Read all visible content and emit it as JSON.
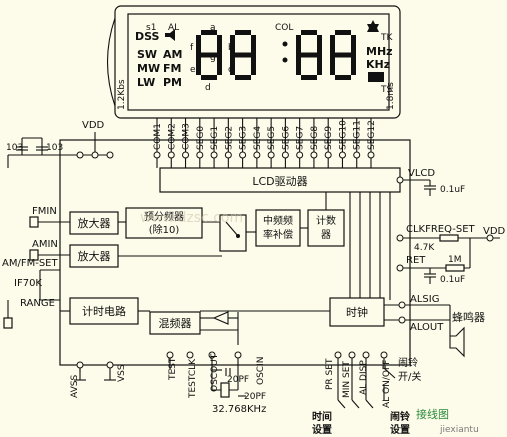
{
  "lcd": {
    "digits": [
      "8",
      "8",
      "8",
      "8"
    ],
    "icons": {
      "dss": "DSS",
      "sw": "SW",
      "mw": "MW",
      "lw": "LW",
      "am": "AM",
      "fm": "FM",
      "pm": "PM",
      "mhz": "MHz",
      "khz": "KHz",
      "col": "COL",
      "tk": "TK",
      "ts": "TS",
      "s1": "s1",
      "al": "AL",
      "left_vertical": "1.2Kbs",
      "right_vertical": "1.8ms"
    },
    "seg_letters": [
      "a",
      "b",
      "c",
      "d",
      "e",
      "f",
      "g"
    ]
  },
  "pins_top": [
    "COM1",
    "COM2",
    "COM3",
    "SEG0",
    "SEG1",
    "SEG2",
    "SEG3",
    "SEG4",
    "SEG5",
    "SEG6",
    "SEG7",
    "SEG8",
    "SEG9",
    "SEG10",
    "SEG11",
    "SEG12"
  ],
  "labels": {
    "vdd_top": "VDD",
    "cap_103_a": "103",
    "cap_103_b": "103",
    "lcd_driver": "LCD驱动器",
    "vlcd": "VLCD",
    "cap_vlcd": "0.1uF",
    "fmin": "FMIN",
    "amin": "AMIN",
    "amfm_set": "AM/FM-SET",
    "if70k": "IF70K",
    "range": "RANGE",
    "amp1": "放大器",
    "amp2": "放大器",
    "prescaler_l1": "预分频器",
    "prescaler_l2": "(除10)",
    "if_comp_l1": "中频频",
    "if_comp_l2": "率补偿",
    "counter_l1": "计数",
    "counter_l2": "器",
    "timer_circuit": "计时电路",
    "mixer": "混频器",
    "clock": "时钟",
    "clkfreq_set": "CLKFREQ-SET",
    "vdd_right": "VDD",
    "res_47k": "4.7K",
    "ret": "RET",
    "res_1m": "1M",
    "cap_ret": "0.1uF",
    "alsig": "ALSIG",
    "alout": "ALOUT",
    "buzzer": "蜂鸣器",
    "avss": "AVSS",
    "vss": "VSS",
    "testclk": "TESTCLK",
    "test": "TEST",
    "oscout": "OSCOUT",
    "oscin": "OSCIN",
    "cap_20pf_a": "20PF",
    "cap_20pf_b": "20PF",
    "crystal": "32.768KHz",
    "pr_set": "PR SET",
    "min_set": "MIN SET",
    "al_disp": "AL DISP",
    "al_onoff": "AL ON/OFF",
    "alarm_switch_l1": "闹铃",
    "alarm_switch_l2": "开/关",
    "time_set_l1": "时间",
    "time_set_l2": "设置",
    "alarm_set_l1": "闹铃",
    "alarm_set_l2": "设置",
    "watermark": "www.dzsc.com",
    "watermark2": "接线图",
    "watermark3": "jiexiantu"
  }
}
